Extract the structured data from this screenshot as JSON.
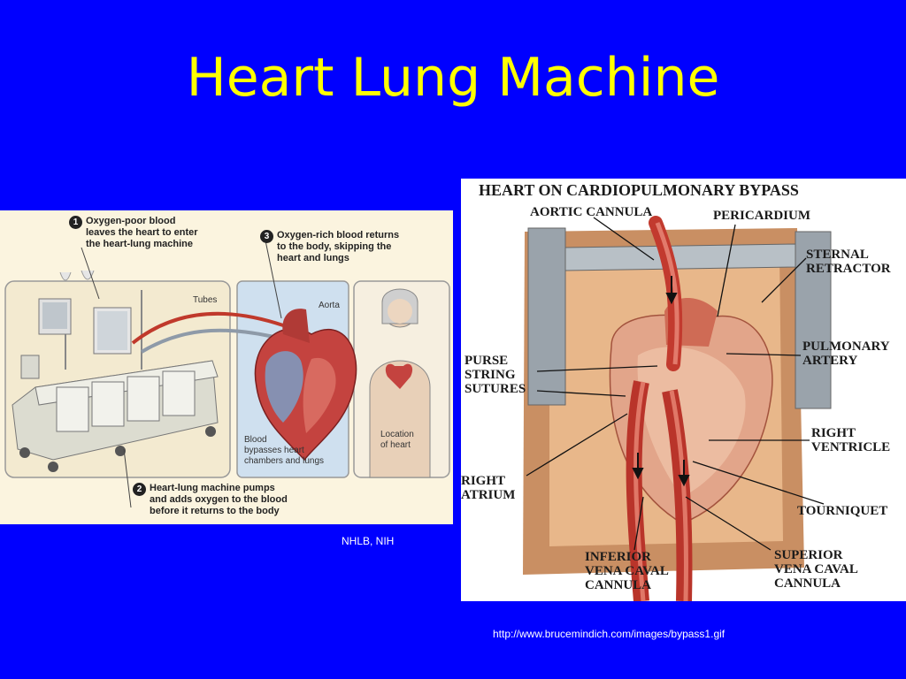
{
  "slide": {
    "title": "Heart Lung Machine",
    "credit_left": "NHLB, NIH",
    "credit_right": "http://www.brucemindich.com/images/bypass1.gif",
    "background": "#0000ff",
    "title_color": "#ffff00"
  },
  "left_figure": {
    "steps": [
      {
        "num": "1",
        "text": "Oxygen-poor blood\nleaves the heart to enter\nthe heart-lung machine"
      },
      {
        "num": "2",
        "text": "Heart-lung machine pumps\nand adds oxygen to the blood\nbefore it returns to the body"
      },
      {
        "num": "3",
        "text": "Oxygen-rich blood returns\nto the body, skipping the\nheart and lungs"
      }
    ],
    "labels": {
      "tubes": "Tubes",
      "aorta": "Aorta",
      "bypass": "Blood\nbypasses heart\nchambers and lungs",
      "location": "Location\nof heart"
    }
  },
  "right_figure": {
    "title": "HEART ON CARDIOPULMONARY BYPASS",
    "labels": {
      "aortic_cannula": "AORTIC CANNULA",
      "pericardium": "PERICARDIUM",
      "sternal_retractor": "STERNAL\nRETRACTOR",
      "pulmonary_artery": "PULMONARY\nARTERY",
      "purse_string": "PURSE\nSTRING\nSUTURES",
      "right_ventricle": "RIGHT\nVENTRICLE",
      "right_atrium": "RIGHT\nATRIUM",
      "tourniquet": "TOURNIQUET",
      "inferior": "INFERIOR\nVENA CAVAL\nCANNULA",
      "superior": "SUPERIOR\nVENA CAVAL\nCANNULA"
    }
  }
}
